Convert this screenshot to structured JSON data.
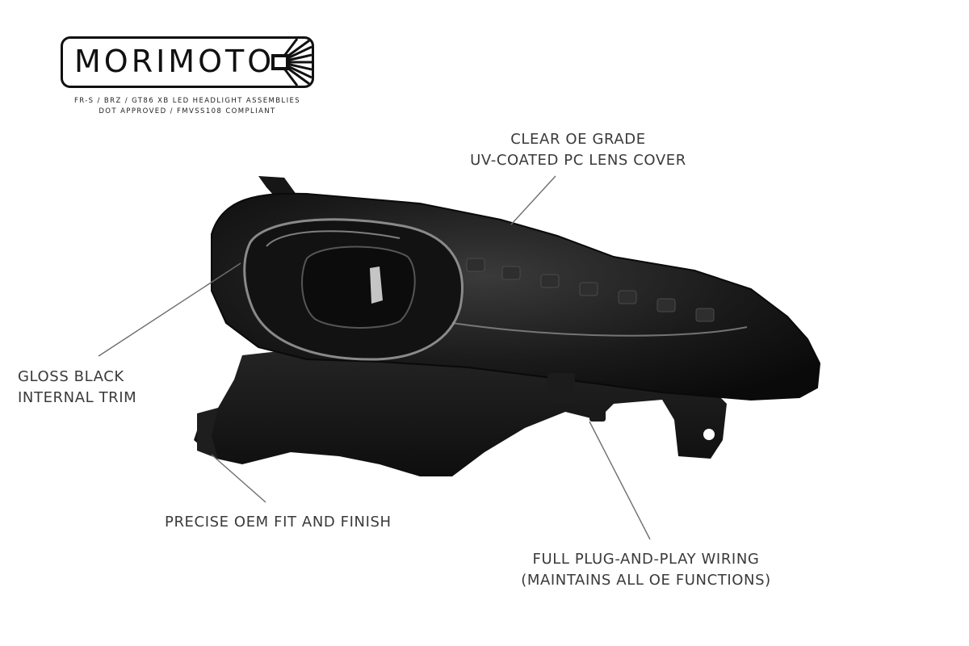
{
  "brand": {
    "logo_text": "MORIMOTO",
    "tagline_1": "FR-S / BRZ / GT86 XB LED HEADLIGHT ASSEMBLIES",
    "tagline_2": "DOT APPROVED / FMVSS108 COMPLIANT"
  },
  "callouts": {
    "lens": {
      "line_1": "CLEAR OE GRADE",
      "line_2": "UV-COATED PC LENS COVER"
    },
    "trim": {
      "line_1": "GLOSS BLACK",
      "line_2": "INTERNAL TRIM"
    },
    "fit": {
      "line_1": "PRECISE OEM FIT AND FINISH"
    },
    "wiring": {
      "line_1": "FULL PLUG-AND-PLAY WIRING",
      "line_2": "(MAINTAINS ALL OE FUNCTIONS)"
    }
  },
  "colors": {
    "background": "#ffffff",
    "text": "#3a3a3a",
    "housing": "#141414",
    "leader_line": "#6e6e6e"
  }
}
